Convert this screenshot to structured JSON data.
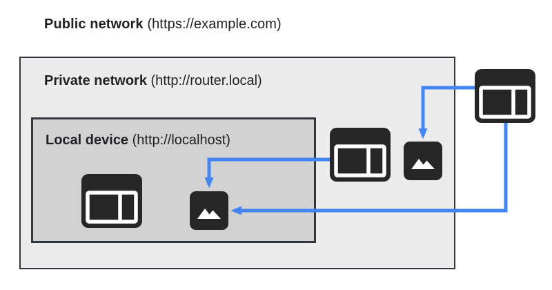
{
  "labels": {
    "public": {
      "bold": "Public network",
      "rest": "(https://example.com)"
    },
    "private": {
      "bold": "Private network",
      "rest": "(http://router.local)"
    },
    "local": {
      "bold": "Local device",
      "rest": "(http://localhost)"
    }
  },
  "icons": {
    "browser": "browser-window-icon",
    "image": "image-icon"
  },
  "arrows": [
    {
      "from": "public-browser",
      "to": "private-image",
      "direction": "down"
    },
    {
      "from": "private-browser",
      "to": "local-image",
      "direction": "down"
    },
    {
      "from": "public-browser",
      "to": "local-image",
      "direction": "left"
    }
  ],
  "colors": {
    "arrow_blue": "#4285f4",
    "outer_box_bg": "#ececec",
    "inner_box_bg": "#d2d2d2",
    "box_border": "#33363a",
    "icon_dark": "#262626",
    "text": "#202124"
  }
}
